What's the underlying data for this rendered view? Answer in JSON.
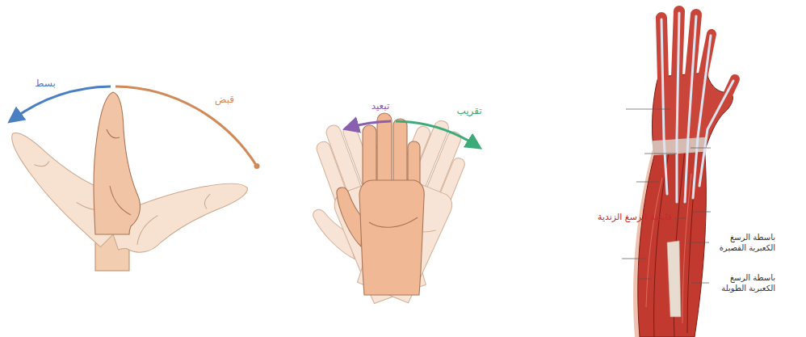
{
  "diagram": {
    "labels": [
      "بسط",
      "قبض",
      "تبعيد",
      "تقريب",
      "قابضة الرسغ الزندية",
      "باسطة الرسغ الكعبرية القصيرة",
      "باسطة الرسغ الكعبرية الطويلة"
    ]
  }
}
